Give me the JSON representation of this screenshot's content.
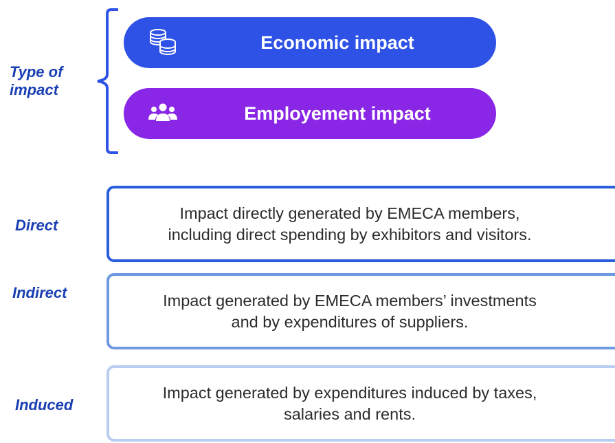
{
  "type_of_impact": {
    "label_line1": "Type of",
    "label_line2": "impact",
    "items": [
      {
        "label": "Economic impact",
        "icon": "coins-icon",
        "color": "#2f52e6"
      },
      {
        "label": "Employement impact",
        "icon": "people-group-icon",
        "color": "#8a27e6"
      }
    ]
  },
  "levels": [
    {
      "label": "Direct",
      "line1": "Impact directly generated by EMECA members,",
      "line2": "including direct spending by exhibitors and visitors.",
      "border_color": "#2a5fdc"
    },
    {
      "label": "Indirect",
      "line1": "Impact generated by EMECA members’ investments",
      "line2": "and by expenditures of suppliers.",
      "border_color": "#6d9ae0"
    },
    {
      "label": "Induced",
      "line1": "Impact generated by expenditures induced by taxes,",
      "line2": "salaries and rents.",
      "border_color": "#b8cdf0"
    }
  ],
  "colors": {
    "label_text": "#1a3fb3",
    "brace": "#2f52e6"
  }
}
